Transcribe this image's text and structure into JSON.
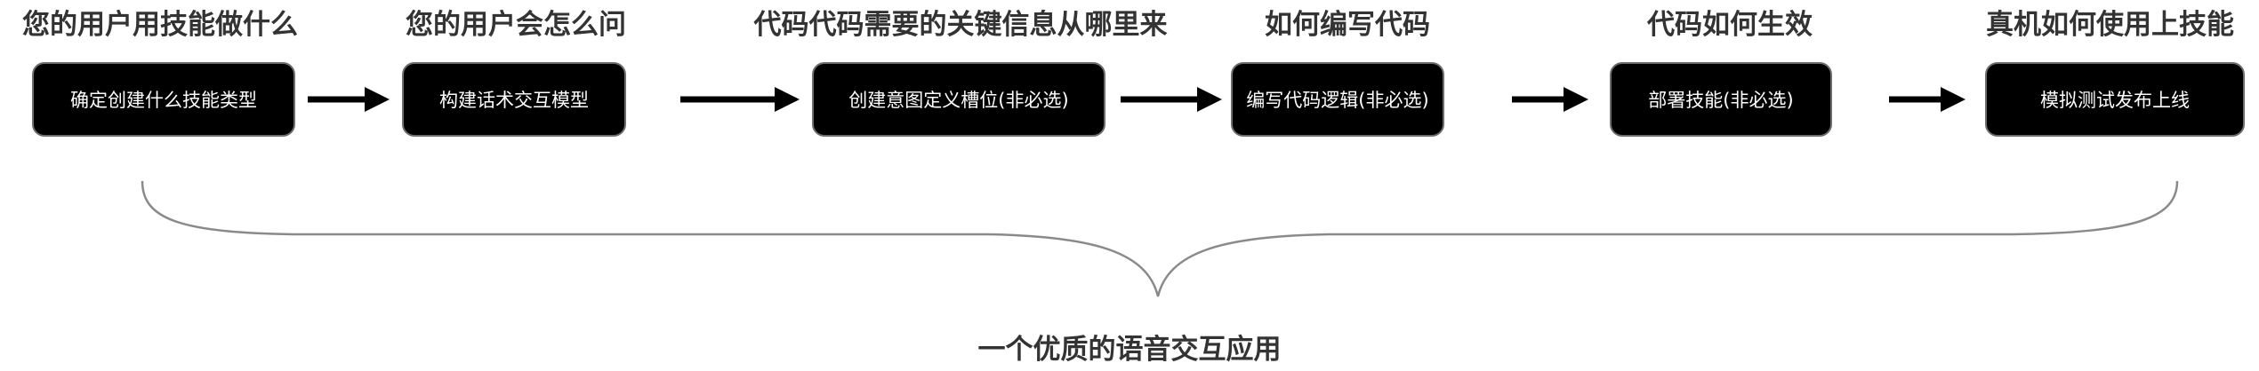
{
  "steps": [
    {
      "heading": "您的用户用技能做什么",
      "label": "确定创建什么技能类型"
    },
    {
      "heading": "您的用户会怎么问",
      "label": "构建话术交互模型"
    },
    {
      "heading": "代码代码需要的关键信息从哪里来",
      "label": "创建意图定义槽位(非必选)"
    },
    {
      "heading": "如何编写代码",
      "label": "编写代码逻辑(非必选)"
    },
    {
      "heading": "代码如何生效",
      "label": "部署技能(非必选)"
    },
    {
      "heading": "真机如何使用上技能",
      "label": "模拟测试发布上线"
    }
  ],
  "summary": "一个优质的语音交互应用",
  "colors": {
    "box_fill": "#000000",
    "box_text": "#ffffff",
    "heading_text": "#333333",
    "arrow": "#000000",
    "brace": "#8a8a8a"
  }
}
